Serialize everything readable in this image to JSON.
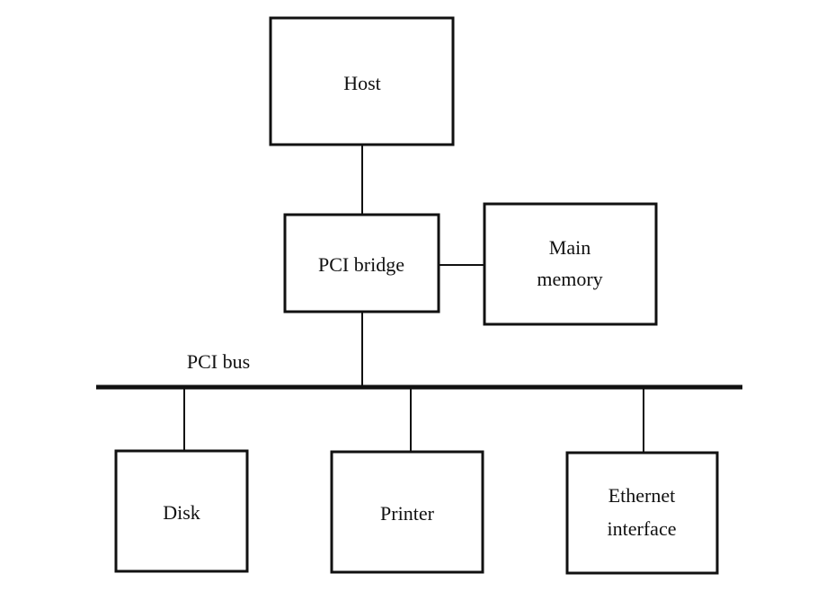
{
  "nodes": {
    "host": {
      "label": "Host"
    },
    "pci_bridge": {
      "label": "PCI bridge"
    },
    "main_memory": {
      "label_line1": "Main",
      "label_line2": "memory"
    },
    "disk": {
      "label": "Disk"
    },
    "printer": {
      "label": "Printer"
    },
    "ethernet": {
      "label_line1": "Ethernet",
      "label_line2": "interface"
    }
  },
  "bus": {
    "label": "PCI bus"
  },
  "edges": [
    {
      "from": "host",
      "to": "pci_bridge"
    },
    {
      "from": "pci_bridge",
      "to": "main_memory"
    },
    {
      "from": "pci_bridge",
      "to": "pci_bus"
    },
    {
      "from": "pci_bus",
      "to": "disk"
    },
    {
      "from": "pci_bus",
      "to": "printer"
    },
    {
      "from": "pci_bus",
      "to": "ethernet"
    }
  ]
}
